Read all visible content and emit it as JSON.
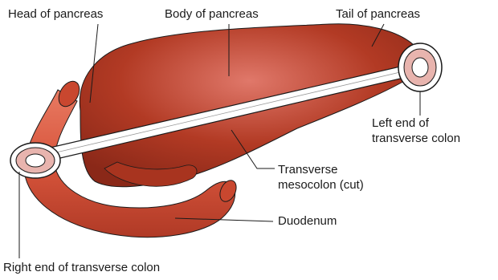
{
  "labels": {
    "head": "Head of pancreas",
    "body": "Body of pancreas",
    "tail": "Tail of pancreas",
    "left_end_line1": "Left end of",
    "left_end_line2": "transverse colon",
    "mesocolon_line1": "Transverse",
    "mesocolon_line2": "mesocolon (cut)",
    "duodenum": "Duodenum",
    "right_end": "Right end of transverse colon"
  },
  "colors": {
    "pancreas": "#b23a24",
    "pancreas_highlight": "#e0786a",
    "duodenum": "#d8553c",
    "colon_ring": "#e8b4ae",
    "mesocolon_band": "#ffffff",
    "outline": "#1a1a1a"
  }
}
